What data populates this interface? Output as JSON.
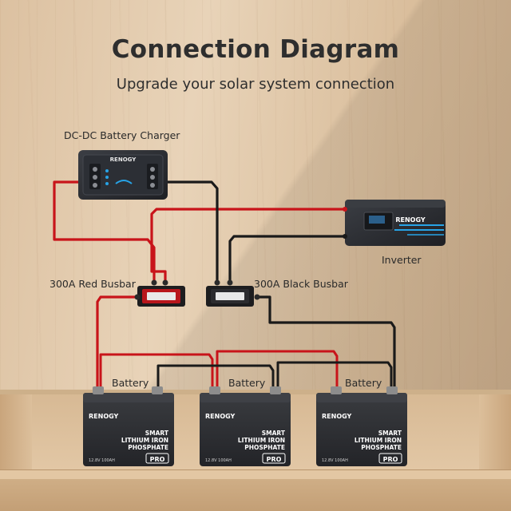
{
  "heading": {
    "title": "Connection Diagram",
    "subtitle": "Upgrade your solar system connection"
  },
  "labels": {
    "charger": "DC-DC Battery Charger",
    "inverter": "Inverter",
    "red_busbar": "300A Red Busbar",
    "black_busbar": "300A Black Busbar",
    "battery_1": "Battery",
    "battery_2": "Battery",
    "battery_3": "Battery"
  },
  "devices": {
    "charger_brand": "RENOGY",
    "inverter_brand": "RENOGY",
    "battery_brand": "RENOGY",
    "battery_text_line1": "SMART",
    "battery_text_line2": "LITHIUM IRON",
    "battery_text_line3": "PHOSPHATE",
    "battery_badge": "PRO",
    "battery_spec": "12.8V 100AH"
  },
  "colors": {
    "positive_wire": "#c8141a",
    "negative_wire": "#1a1a1a",
    "device_body": "#2a2c30"
  },
  "icons": {
    "positive_terminal": "red-terminal-icon",
    "negative_terminal": "black-terminal-icon"
  }
}
